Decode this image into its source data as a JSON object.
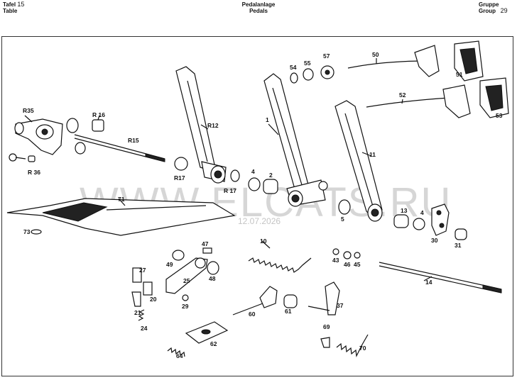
{
  "header": {
    "tafel_label": "Tafel",
    "table_label": "Table",
    "table_number": "15",
    "title_de": "Pedalanlage",
    "title_en": "Pedals",
    "gruppe_label": "Gruppe",
    "group_label": "Group",
    "group_number": "29"
  },
  "watermark": {
    "text": "WWW.ELCATS.RU",
    "date": "12.07.2026"
  },
  "parts": {
    "p1": "1",
    "p2": "2",
    "p4a": "4",
    "p4b": "4",
    "p5": "5",
    "p10": "10",
    "p11": "11",
    "p13": "13",
    "p14": "14",
    "p20": "20",
    "p21": "21",
    "p24": "24",
    "p25": "25",
    "p27": "27",
    "p29": "29",
    "p30": "30",
    "p31": "31",
    "p37": "37",
    "p43": "43",
    "p45": "45",
    "p46": "46",
    "p47": "47",
    "p48": "48",
    "p49": "49",
    "p50": "50",
    "p51": "51",
    "p52": "52",
    "p53": "53",
    "p54": "54",
    "p55": "55",
    "p57": "57",
    "p60": "60",
    "p61": "61",
    "p62": "62",
    "p64": "64",
    "p69": "69",
    "p70": "70",
    "p71": "71",
    "p73": "73",
    "r12": "R12",
    "r15": "R15",
    "r16": "R 16",
    "r17a": "R17",
    "r17b": "R 17",
    "r35": "R35",
    "r36": "R 36"
  }
}
